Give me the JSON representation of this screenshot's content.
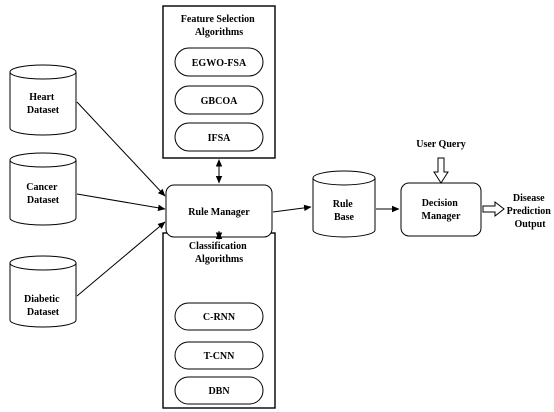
{
  "feature_group": {
    "title_lines": [
      "Feature Selection",
      "Algorithms"
    ],
    "items": [
      "EGWO-FSA",
      "GBCOA",
      "IFSA"
    ]
  },
  "classification_group": {
    "title_lines": [
      "Classification",
      "Algorithms"
    ],
    "items": [
      "C-RNN",
      "T-CNN",
      "DBN"
    ]
  },
  "datasets": [
    {
      "lines": [
        "Heart",
        "Dataset"
      ]
    },
    {
      "lines": [
        "Cancer",
        "Dataset"
      ]
    },
    {
      "lines": [
        "Diabetic",
        "Dataset"
      ]
    }
  ],
  "rule_manager": {
    "label": "Rule Manager"
  },
  "rule_base": {
    "lines": [
      "Rule",
      "Base"
    ]
  },
  "user_query": {
    "label": "User Query"
  },
  "decision_manager": {
    "lines": [
      "Decision",
      "Manager"
    ]
  },
  "output": {
    "lines": [
      "Disease",
      "Prediction",
      "Output"
    ]
  }
}
